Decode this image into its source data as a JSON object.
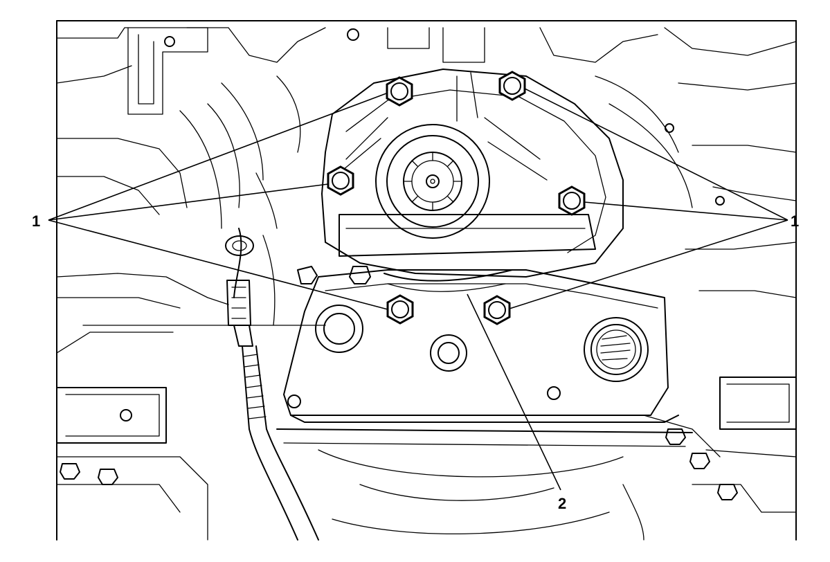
{
  "callouts": {
    "left_label": "1",
    "right_label": "1",
    "bottom_label": "2"
  },
  "colors": {
    "line": "#000000",
    "background": "#ffffff"
  }
}
